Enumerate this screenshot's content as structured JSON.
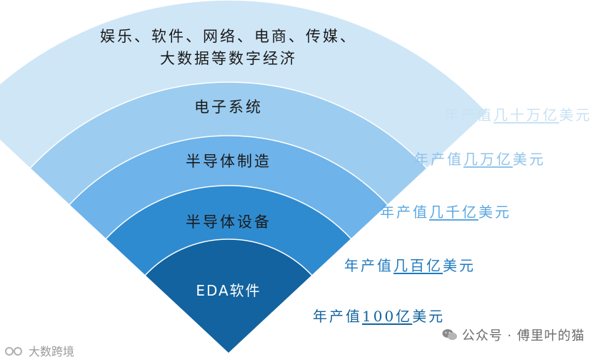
{
  "layers": [
    {
      "line1": "娱乐、软件、网络、电商、传媒、",
      "line2": "大数据等数字经济",
      "fill": "#cfe6f7"
    },
    {
      "line1": "电子系统",
      "line2": "",
      "fill": "#9ccdf0"
    },
    {
      "line1": "半导体制造",
      "line2": "",
      "fill": "#6eb3ea"
    },
    {
      "line1": "半导体设备",
      "line2": "",
      "fill": "#2f8bd0"
    },
    {
      "line1": "EDA软件",
      "line2": "",
      "fill": "#12639f"
    }
  ],
  "values": [
    {
      "prefix": "年产值",
      "amount": "几十万亿",
      "suffix": "美元",
      "color": "#c8e2f4"
    },
    {
      "prefix": "年产值",
      "amount": "几万亿",
      "suffix": "美元",
      "color": "#8fc3ea"
    },
    {
      "prefix": "年产值",
      "amount": "几千亿",
      "suffix": "美元",
      "color": "#5aa7e2"
    },
    {
      "prefix": "年产值",
      "amount": "几百亿",
      "suffix": "美元",
      "color": "#1f79bf"
    },
    {
      "prefix": "年产值",
      "amount": "100亿",
      "suffix": "美元",
      "color": "#12639f"
    }
  ],
  "watermarks": {
    "right_text": "公众号 · 傅里叶的猫",
    "left_text": "大数跨境"
  }
}
